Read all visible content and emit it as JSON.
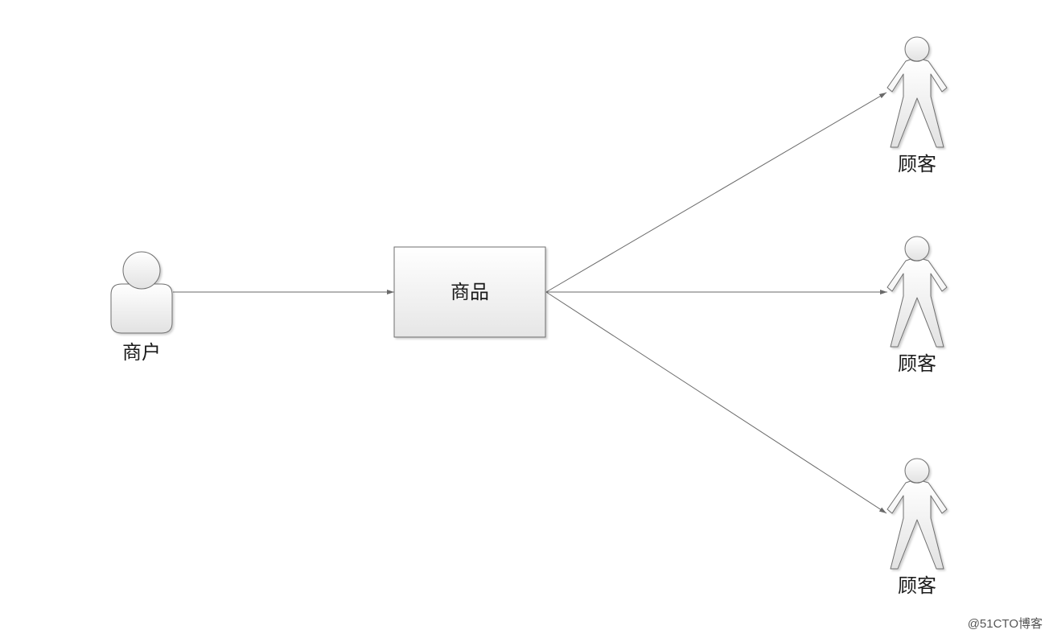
{
  "merchant": {
    "label": "商户"
  },
  "product": {
    "label": "商品"
  },
  "customers": [
    {
      "label": "顾客"
    },
    {
      "label": "顾客"
    },
    {
      "label": "顾客"
    }
  ],
  "watermark": "@51CTO博客",
  "colors": {
    "shape_fill_light": "#ffffff",
    "shape_fill_dark": "#e4e4e4",
    "shape_stroke": "#6e6e6e",
    "arrow": "#6a6a6a",
    "text": "#1a1a1a"
  }
}
